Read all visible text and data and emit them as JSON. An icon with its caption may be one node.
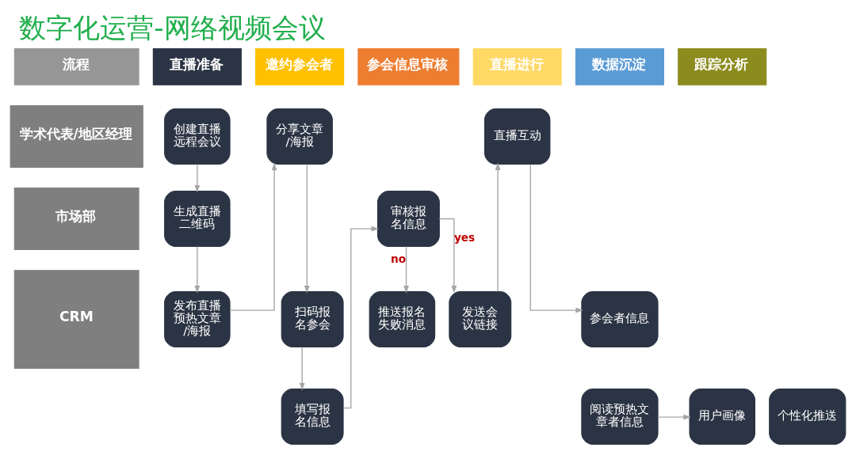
{
  "diagram": {
    "title": "数字化运营-网络视频会议",
    "nodes": [
      {
        "text": [
          "流程"
        ]
      },
      {
        "text": [
          "直播准备"
        ]
      },
      {
        "text": [
          "邀约参会者"
        ]
      },
      {
        "text": [
          "参会信息审核"
        ]
      },
      {
        "text": [
          "直播进行"
        ]
      },
      {
        "text": [
          "数据沉淀"
        ]
      },
      {
        "text": [
          "跟踪分析"
        ]
      },
      {
        "text": [
          "学术代表/地区经理"
        ]
      },
      {
        "text": [
          "市场部"
        ]
      },
      {
        "text": [
          "CRM"
        ]
      },
      {
        "text": [
          "创建直播远程会议"
        ]
      },
      {
        "text": [
          "生成直播二维码"
        ]
      },
      {
        "text": [
          "发布直播预热文章/海报"
        ]
      },
      {
        "text": [
          "分享文章/海报"
        ]
      },
      {
        "text": [
          "扫码报名参会"
        ]
      },
      {
        "text": [
          "填写报名信息"
        ]
      },
      {
        "text": [
          "审核报名信息"
        ]
      },
      {
        "text": [
          "推送报名失败消息"
        ]
      },
      {
        "text": [
          "发送会议链接"
        ]
      },
      {
        "text": [
          "直播互动"
        ]
      },
      {
        "text": [
          "参会者信息"
        ]
      },
      {
        "text": [
          "阅读预热文章者信息"
        ]
      },
      {
        "text": [
          "用户画像"
        ]
      },
      {
        "text": [
          "个性化推送"
        ]
      }
    ],
    "edges": [
      {
        "from": 10,
        "to": 11,
        "arrow": "to"
      },
      {
        "from": 11,
        "to": 12,
        "arrow": "to"
      },
      {
        "from": 12,
        "to": 13,
        "arrow": "to"
      },
      {
        "from": 13,
        "to": 14,
        "arrow": "to"
      },
      {
        "from": 14,
        "to": 15,
        "arrow": "to"
      },
      {
        "from": 15,
        "to": 16,
        "arrow": "to"
      },
      {
        "from": 16,
        "to": 17,
        "arrow": "to",
        "label": "no"
      },
      {
        "from": 16,
        "to": 18,
        "arrow": "to",
        "label": "yes"
      },
      {
        "from": 18,
        "to": 19,
        "arrow": "to"
      },
      {
        "from": 19,
        "to": 20,
        "arrow": "to"
      },
      {
        "from": 21,
        "to": 22,
        "arrow": "to"
      }
    ]
  }
}
